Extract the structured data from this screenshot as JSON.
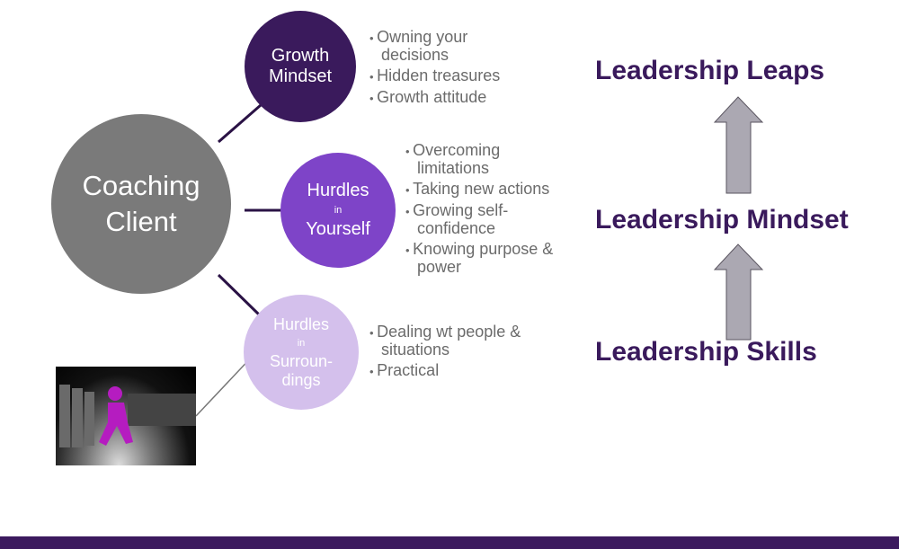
{
  "center": {
    "label_line1": "Coaching",
    "label_line2": "Client"
  },
  "nodes": [
    {
      "line1": "Growth",
      "line2": "Mindset",
      "bullets": [
        "Owning your decisions",
        "Hidden treasures",
        "Growth attitude"
      ]
    },
    {
      "line1": "Hurdles",
      "small": "in",
      "line2": "Yourself",
      "bullets": [
        "Overcoming limitations",
        "Taking new actions",
        "Growing self-confidence",
        "Knowing purpose & power"
      ]
    },
    {
      "line1": "Hurdles",
      "small": "in",
      "line2": "Surroun-dings",
      "bullets": [
        "Dealing wt people & situations",
        "Practical"
      ]
    }
  ],
  "ladder": [
    "Leadership Leaps",
    "Leadership Mindset",
    "Leadership Skills"
  ],
  "colors": {
    "dark": "#3a1a5c",
    "mid": "#7e44c8",
    "light": "#d4c0ec",
    "gray": "#7a7a7a"
  }
}
